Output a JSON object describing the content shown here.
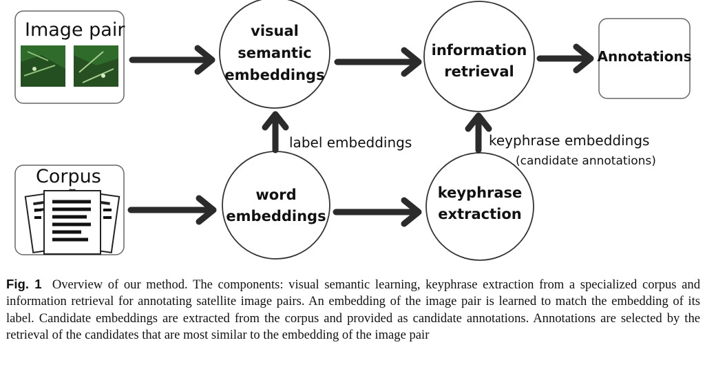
{
  "nodes": {
    "image_pair": "Image pair",
    "corpus": "Corpus",
    "visual_semantic_embeddings": [
      "visual",
      "semantic",
      "embeddings"
    ],
    "information_retrieval": [
      "information",
      "retrieval"
    ],
    "annotations": "Annotations",
    "word_embeddings": [
      "word",
      "embeddings"
    ],
    "keyphrase_extraction": [
      "keyphrase",
      "extraction"
    ]
  },
  "edges": {
    "label_embeddings": "label embeddings",
    "keyphrase_embeddings": "keyphrase embeddings",
    "candidate_annotations": "(candidate annotations)"
  },
  "caption": {
    "label": "Fig. 1",
    "text": "Overview of our method. The components: visual semantic learning, keyphrase extraction from a specialized corpus and information retrieval for annotating satellite image pairs. An embedding of the image pair is learned to match the embedding of its label. Candidate embeddings are extracted from the corpus and provided as candidate annotations. Annotations are selected by the retrieval of the candidates that are most similar to the embedding of the image pair"
  },
  "colors": {
    "arrow": "#2b2b2b",
    "satellite_green": "#2f6b2a"
  }
}
